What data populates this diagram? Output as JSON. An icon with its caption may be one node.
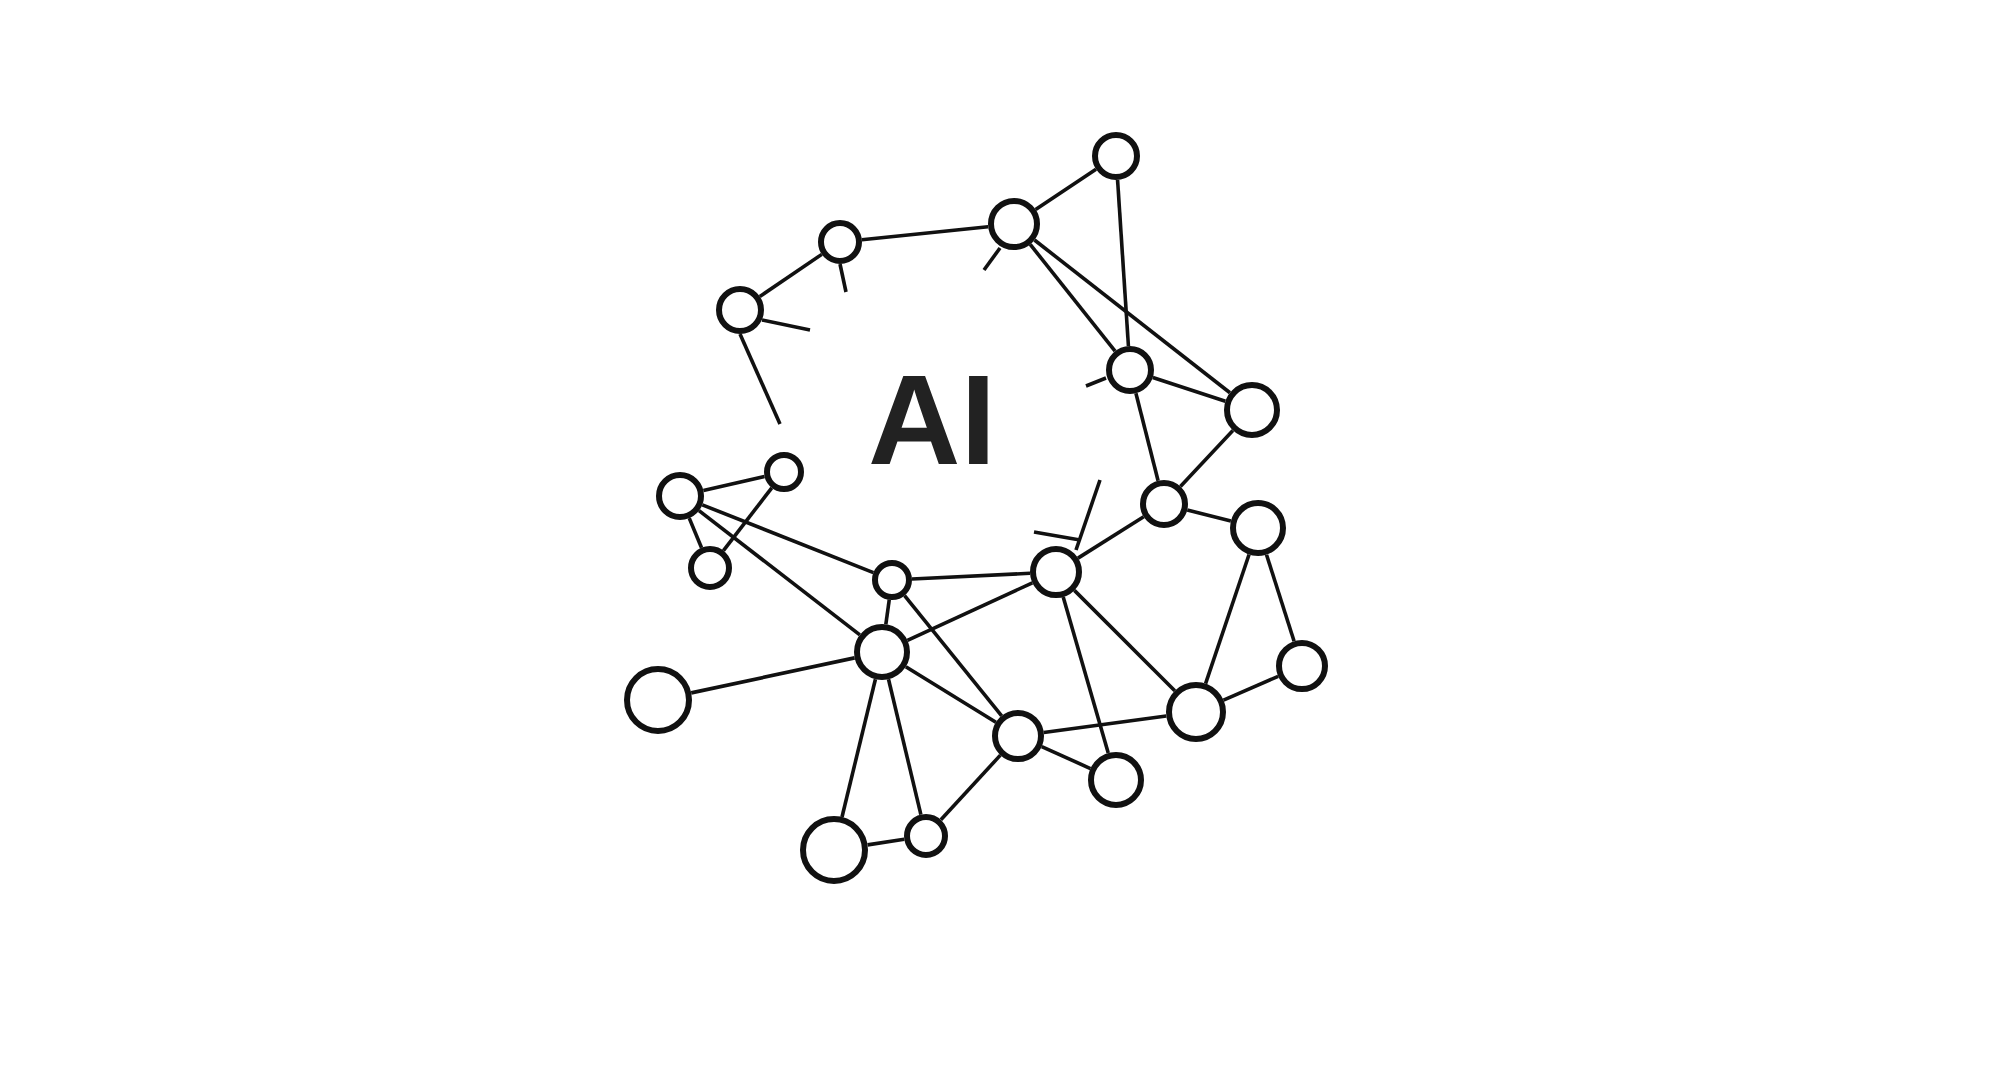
{
  "diagram": {
    "nodes": [
      {
        "text": [],
        "shape": "circle"
      },
      {
        "text": [],
        "shape": "circle"
      },
      {
        "text": [],
        "shape": "circle"
      },
      {
        "text": [],
        "shape": "circle"
      },
      {
        "text": [],
        "shape": "circle"
      },
      {
        "text": [],
        "shape": "circle"
      },
      {
        "text": [],
        "shape": "circle"
      },
      {
        "text": [],
        "shape": "circle"
      },
      {
        "text": [],
        "shape": "circle"
      },
      {
        "text": [],
        "shape": "circle"
      },
      {
        "text": [],
        "shape": "circle"
      },
      {
        "text": [],
        "shape": "circle"
      },
      {
        "text": [],
        "shape": "circle"
      },
      {
        "text": [],
        "shape": "circle"
      },
      {
        "text": [],
        "shape": "circle"
      },
      {
        "text": [],
        "shape": "circle"
      },
      {
        "text": [],
        "shape": "circle"
      },
      {
        "text": [],
        "shape": "circle"
      },
      {
        "text": [],
        "shape": "circle"
      },
      {
        "text": [],
        "shape": "circle"
      },
      {
        "text": [],
        "shape": "circle"
      }
    ],
    "edges": [
      {
        "from": 1,
        "to": 0,
        "arrow": "none"
      },
      {
        "from": 2,
        "to": 1,
        "arrow": "none"
      },
      {
        "from": 3,
        "to": 2,
        "arrow": "none"
      },
      {
        "from": 0,
        "to": 4,
        "arrow": "none"
      },
      {
        "from": 1,
        "to": 4,
        "arrow": "none"
      },
      {
        "from": 1,
        "to": 5,
        "arrow": "none"
      },
      {
        "from": 4,
        "to": 5,
        "arrow": "none"
      },
      {
        "from": 4,
        "to": 8,
        "arrow": "none"
      },
      {
        "from": 5,
        "to": 8,
        "arrow": "none"
      },
      {
        "from": 8,
        "to": 11,
        "arrow": "none"
      },
      {
        "from": 8,
        "to": 9,
        "arrow": "none"
      },
      {
        "from": 9,
        "to": 16,
        "arrow": "none"
      },
      {
        "from": 9,
        "to": 14,
        "arrow": "none"
      },
      {
        "from": 16,
        "to": 14,
        "arrow": "none"
      },
      {
        "from": 11,
        "to": 16,
        "arrow": "none"
      },
      {
        "from": 11,
        "to": 18,
        "arrow": "none"
      },
      {
        "from": 11,
        "to": 13,
        "arrow": "none"
      },
      {
        "from": 12,
        "to": 11,
        "arrow": "none"
      },
      {
        "from": 7,
        "to": 12,
        "arrow": "none"
      },
      {
        "from": 7,
        "to": 13,
        "arrow": "none"
      },
      {
        "from": 7,
        "to": 10,
        "arrow": "none"
      },
      {
        "from": 10,
        "to": 6,
        "arrow": "none"
      },
      {
        "from": 7,
        "to": 6,
        "arrow": "none"
      },
      {
        "from": 13,
        "to": 15,
        "arrow": "none"
      },
      {
        "from": 13,
        "to": 20,
        "arrow": "none"
      },
      {
        "from": 13,
        "to": 19,
        "arrow": "none"
      },
      {
        "from": 13,
        "to": 17,
        "arrow": "none"
      },
      {
        "from": 12,
        "to": 17,
        "arrow": "none"
      },
      {
        "from": 19,
        "to": 17,
        "arrow": "none"
      },
      {
        "from": 20,
        "to": 19,
        "arrow": "none"
      },
      {
        "from": 17,
        "to": 18,
        "arrow": "none"
      },
      {
        "from": 17,
        "to": 16,
        "arrow": "none"
      },
      {
        "from": 13,
        "to": 12,
        "arrow": "none"
      }
    ],
    "labels": [
      "AI"
    ]
  }
}
